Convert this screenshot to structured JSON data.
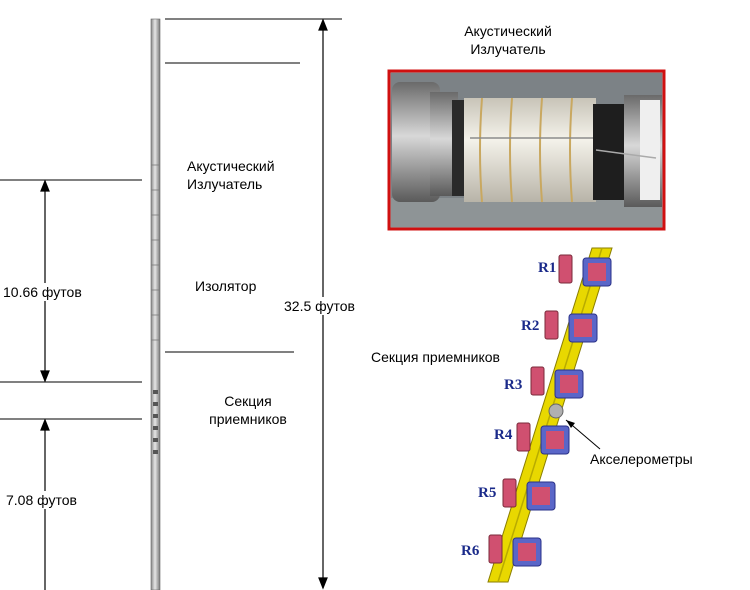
{
  "labels": {
    "top_title": "Акустический\nИзлучатель",
    "emitter": "Акустический\nИзлучатель",
    "isolator": "Изолятор",
    "receiver_section": "Секция\nприемников",
    "total_length": "32.5 футов",
    "upper_length": "10.66 футов",
    "lower_length": "7.08 футов",
    "receiver_section_right": "Секция приемников",
    "accelerometers": "Акселерометры"
  },
  "receivers": [
    "R1",
    "R2",
    "R3",
    "R4",
    "R5",
    "R6"
  ],
  "colors": {
    "photo_border": "#d01010",
    "receiver_label": "#1a2a8a",
    "rail": "#e8d800",
    "receiver_block": "#d05070",
    "clamp": "#5a66c8"
  }
}
